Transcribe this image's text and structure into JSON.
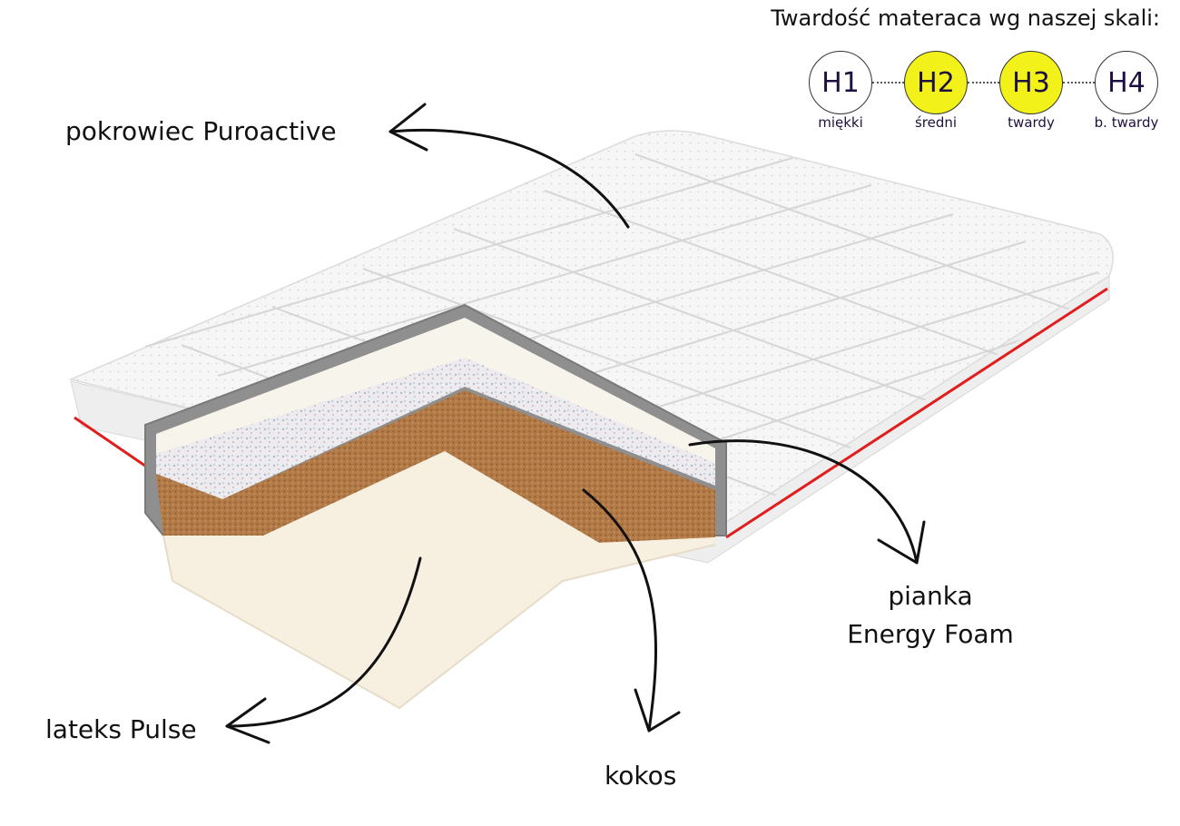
{
  "scale": {
    "title": "Twardość materaca wg naszej skali:",
    "levels": [
      {
        "code": "H1",
        "caption": "miękki",
        "active": false
      },
      {
        "code": "H2",
        "caption": "średni",
        "active": true
      },
      {
        "code": "H3",
        "caption": "twardy",
        "active": true
      },
      {
        "code": "H4",
        "caption": "b. twardy",
        "active": false
      }
    ],
    "active_color": "#f2f21a"
  },
  "labels": {
    "cover": "pokrowiec Puroactive",
    "foam_line1": "pianka",
    "foam_line2": "Energy Foam",
    "latex": "lateks Pulse",
    "coconut": "kokos"
  },
  "colors": {
    "piping": "#e01e1e",
    "cover": "#f4f4f4",
    "frame": "#8c8c8c",
    "coconut": "#b07a48",
    "latex": "#f7efe0"
  }
}
